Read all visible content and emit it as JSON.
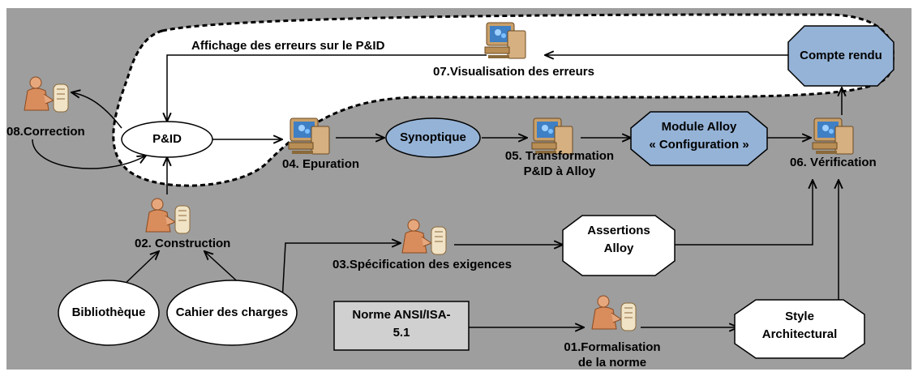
{
  "nodes": {
    "pid": "P&ID",
    "synoptique": "Synoptique",
    "module_alloy_line1": "Module Alloy",
    "module_alloy_line2": "« Configuration »",
    "compte_rendu": "Compte rendu",
    "assertions_line1": "Assertions",
    "assertions_line2": "Alloy",
    "style_line1": "Style",
    "style_line2": "Architectural",
    "bibliotheque": "Bibliothèque",
    "cahier": "Cahier des charges",
    "norme_line1": "Norme ANSI/ISA-",
    "norme_line2": "5.1"
  },
  "steps": {
    "correction": "08.Correction",
    "construction": "02. Construction",
    "specification": "03.Spécification des exigences",
    "epuration": "04. Epuration",
    "transformation_line1": "05. Transformation",
    "transformation_line2": "P&ID à Alloy",
    "verification": "06. Vérification",
    "visualisation": "07.Visualisation des erreurs",
    "formalisation_line1": "01.Formalisation",
    "formalisation_line2": "de la norme"
  },
  "edge_labels": {
    "affichage": "Affichage des erreurs sur le P&ID"
  },
  "icons": [
    "computer-icon",
    "person-at-computer-icon"
  ],
  "colors": {
    "background": "#9e9e9e",
    "blue_node": "#95b3d7",
    "white_node": "#ffffff",
    "gray_node": "#d0d0d0"
  }
}
